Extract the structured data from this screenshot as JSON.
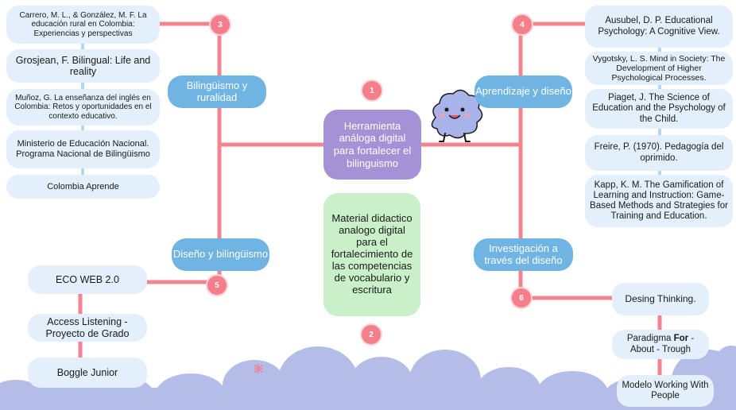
{
  "center": {
    "main_title": "Herramienta análoga digital para fortalecer el bilinguismo",
    "material": "Material didactico analogo digital para el fortalecimiento de las competencias de vocabulario y escritura",
    "badge_1": "1",
    "badge_2": "2"
  },
  "topics": {
    "bilinguismo_ruralidad": {
      "label": "Bilingüismo y ruralidad",
      "badge": "3"
    },
    "aprendizaje_diseno": {
      "label": "Aprendizaje y diseño",
      "badge": "4"
    },
    "diseno_bilinguismo": {
      "label": "Diseño y bilingüismo",
      "badge": "5"
    },
    "investigacion_diseno": {
      "label": "Investigación a través del diseño",
      "badge": "6"
    }
  },
  "refs_left_top": [
    "Carrero, M. L., & González, M. F. La educación rural en Colombia: Experiencias y perspectivas",
    "Grosjean, F. Bilingual: Life and reality",
    "Muñoz, G. La enseñanza del inglés en Colombia: Retos y oportunidades en el contexto educativo.",
    "Ministerio de Educación Nacional. Programa Nacional de Bilingüismo",
    "Colombia Aprende"
  ],
  "refs_right_top": [
    "Ausubel, D. P. Educational Psychology: A Cognitive View.",
    "Vygotsky, L. S. Mind in Society: The Development of Higher Psychological Processes.",
    "Piaget, J. The Science of Education and the Psychology of the Child.",
    "Freire, P. (1970). Pedagogía del oprimido.",
    "Kapp, K. M. The Gamification of Learning and Instruction: Game-Based Methods and Strategies for Training and Education."
  ],
  "refs_left_bottom": [
    "ECO WEB 2.0",
    "Access Listening - Proyecto de Grado",
    "Boggle Junior"
  ],
  "refs_right_bottom": {
    "item1": "Desing Thinking.",
    "item2_before": "Paradigma ",
    "item2_bold": "For",
    "item2_after": " - About - Trough",
    "item3": "Modelo Working With People"
  },
  "colors": {
    "connector": "#f2848f",
    "topic_fill": "#6fb4e3",
    "reference_fill": "#e3f0fb",
    "main_box": "#a592d6",
    "material_box": "#c9f0c9",
    "clouds": "#b3bde8",
    "badge": "#f47f8a"
  }
}
